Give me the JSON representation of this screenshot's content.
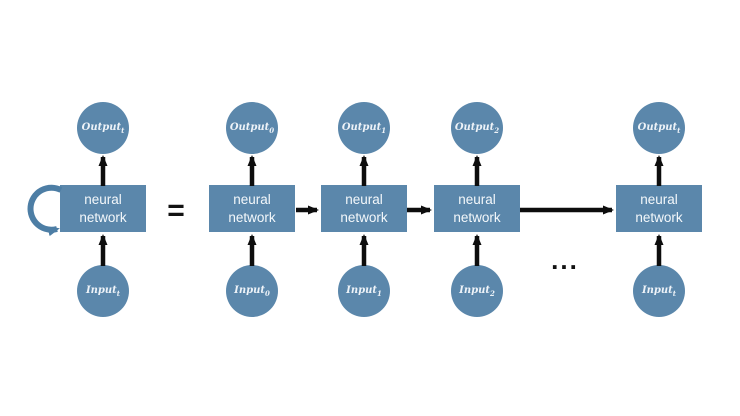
{
  "diagram": {
    "equals_sign": "=",
    "ellipsis": "...",
    "colors": {
      "background": "#ffffff",
      "node_fill": "#5b87ab",
      "node_label": "#eef3f8",
      "box_label": "#f4f8fb",
      "flow_arrow": "#0d0d0d",
      "loop_arrow": "#4d7ea5"
    },
    "icons": {
      "recurrent_loop": "curved-counterclockwise-arrow"
    },
    "units": [
      {
        "name": "folded-recurrent",
        "recurrent": true,
        "output": {
          "base": "Output",
          "sub": "t"
        },
        "box": "neural network",
        "input": {
          "base": "Input",
          "sub": "t"
        }
      },
      {
        "name": "step-0",
        "recurrent": false,
        "output": {
          "base": "Output",
          "sub": "0"
        },
        "box": "neural network",
        "input": {
          "base": "Input",
          "sub": "0"
        }
      },
      {
        "name": "step-1",
        "recurrent": false,
        "output": {
          "base": "Output",
          "sub": "1"
        },
        "box": "neural network",
        "input": {
          "base": "Input",
          "sub": "1"
        }
      },
      {
        "name": "step-2",
        "recurrent": false,
        "output": {
          "base": "Output",
          "sub": "2"
        },
        "box": "neural network",
        "input": {
          "base": "Input",
          "sub": "2"
        }
      },
      {
        "name": "step-t",
        "recurrent": false,
        "output": {
          "base": "Output",
          "sub": "t"
        },
        "box": "neural network",
        "input": {
          "base": "Input",
          "sub": "t"
        }
      }
    ]
  }
}
